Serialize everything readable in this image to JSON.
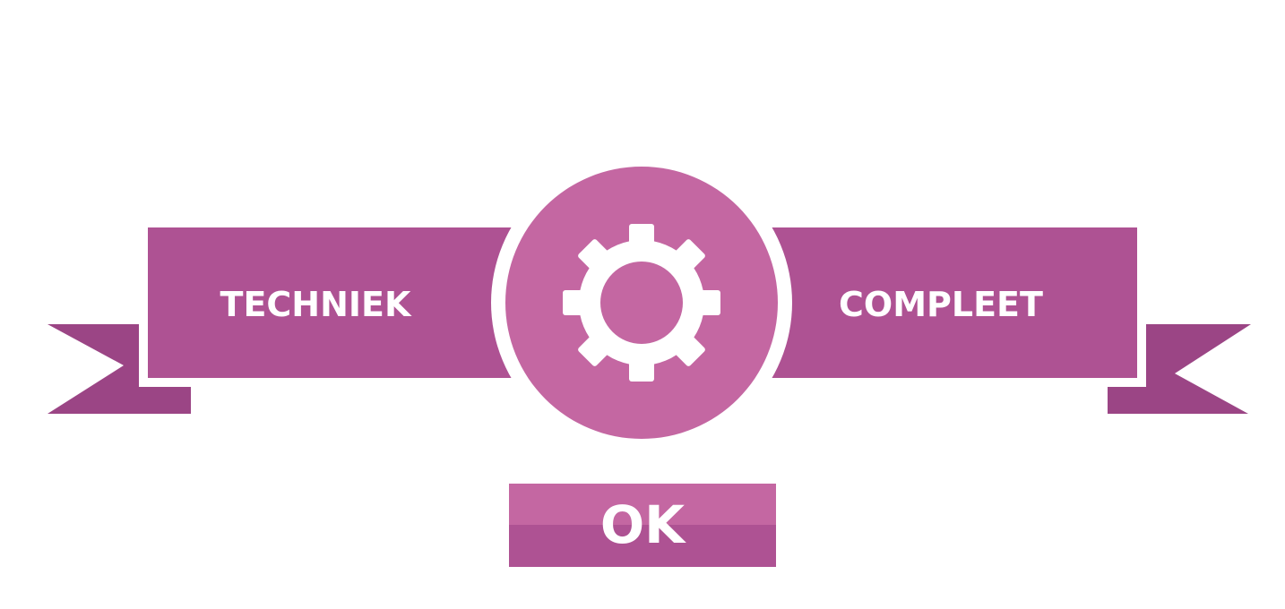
{
  "banner": {
    "left_label": "TECHNIEK",
    "right_label": "COMPLEET",
    "center_icon": "gear-icon"
  },
  "dialog": {
    "ok_label": "OK"
  },
  "colors": {
    "banner_main": "#ae5293",
    "banner_tail": "#9b4585",
    "medallion": "#c467a2",
    "button_top": "#c467a2",
    "button_bottom": "#ae5293",
    "text": "#ffffff",
    "background": "#ffffff"
  }
}
